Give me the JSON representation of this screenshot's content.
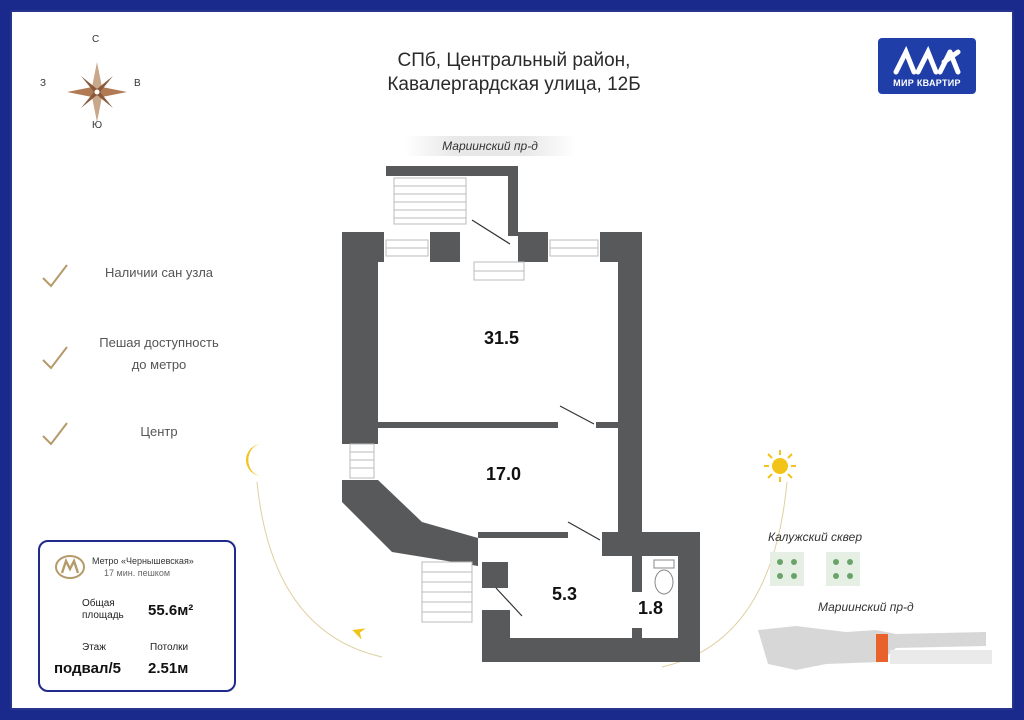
{
  "header": {
    "title_line1": "СПб, Центральный район,",
    "title_line2": "Кавалергардская улица, 12Б"
  },
  "logo": {
    "label": "МИР КВАРТИР"
  },
  "compass": {
    "north": "С",
    "south": "Ю",
    "west": "З",
    "east": "В"
  },
  "features": [
    {
      "label": "Наличии сан узла"
    },
    {
      "label_line1": "Пешая доступность",
      "label_line2": "до метро"
    },
    {
      "label": "Центр"
    }
  ],
  "info_card": {
    "metro_name": "Метро «Чернышевская»",
    "metro_walk": "17 мин. пешком",
    "area_label_line1": "Общая",
    "area_label_line2": "площадь",
    "area_value": "55.6м²",
    "floor_label": "Этаж",
    "floor_value": "подвал/5",
    "ceiling_label": "Потолки",
    "ceiling_value": "2.51м"
  },
  "plan": {
    "street_top": "Мариинский пр-д",
    "rooms": [
      {
        "area": "31.5"
      },
      {
        "area": "17.0"
      },
      {
        "area": "5.3"
      },
      {
        "area": "1.8"
      }
    ]
  },
  "location": {
    "park": "Калужский сквер",
    "street": "Мариинский пр-д"
  },
  "colors": {
    "wall": "#58595b",
    "brand": "#1f3ea8",
    "accent": "#e8622c",
    "sun": "#f2c318",
    "check": "#b59a6a"
  }
}
